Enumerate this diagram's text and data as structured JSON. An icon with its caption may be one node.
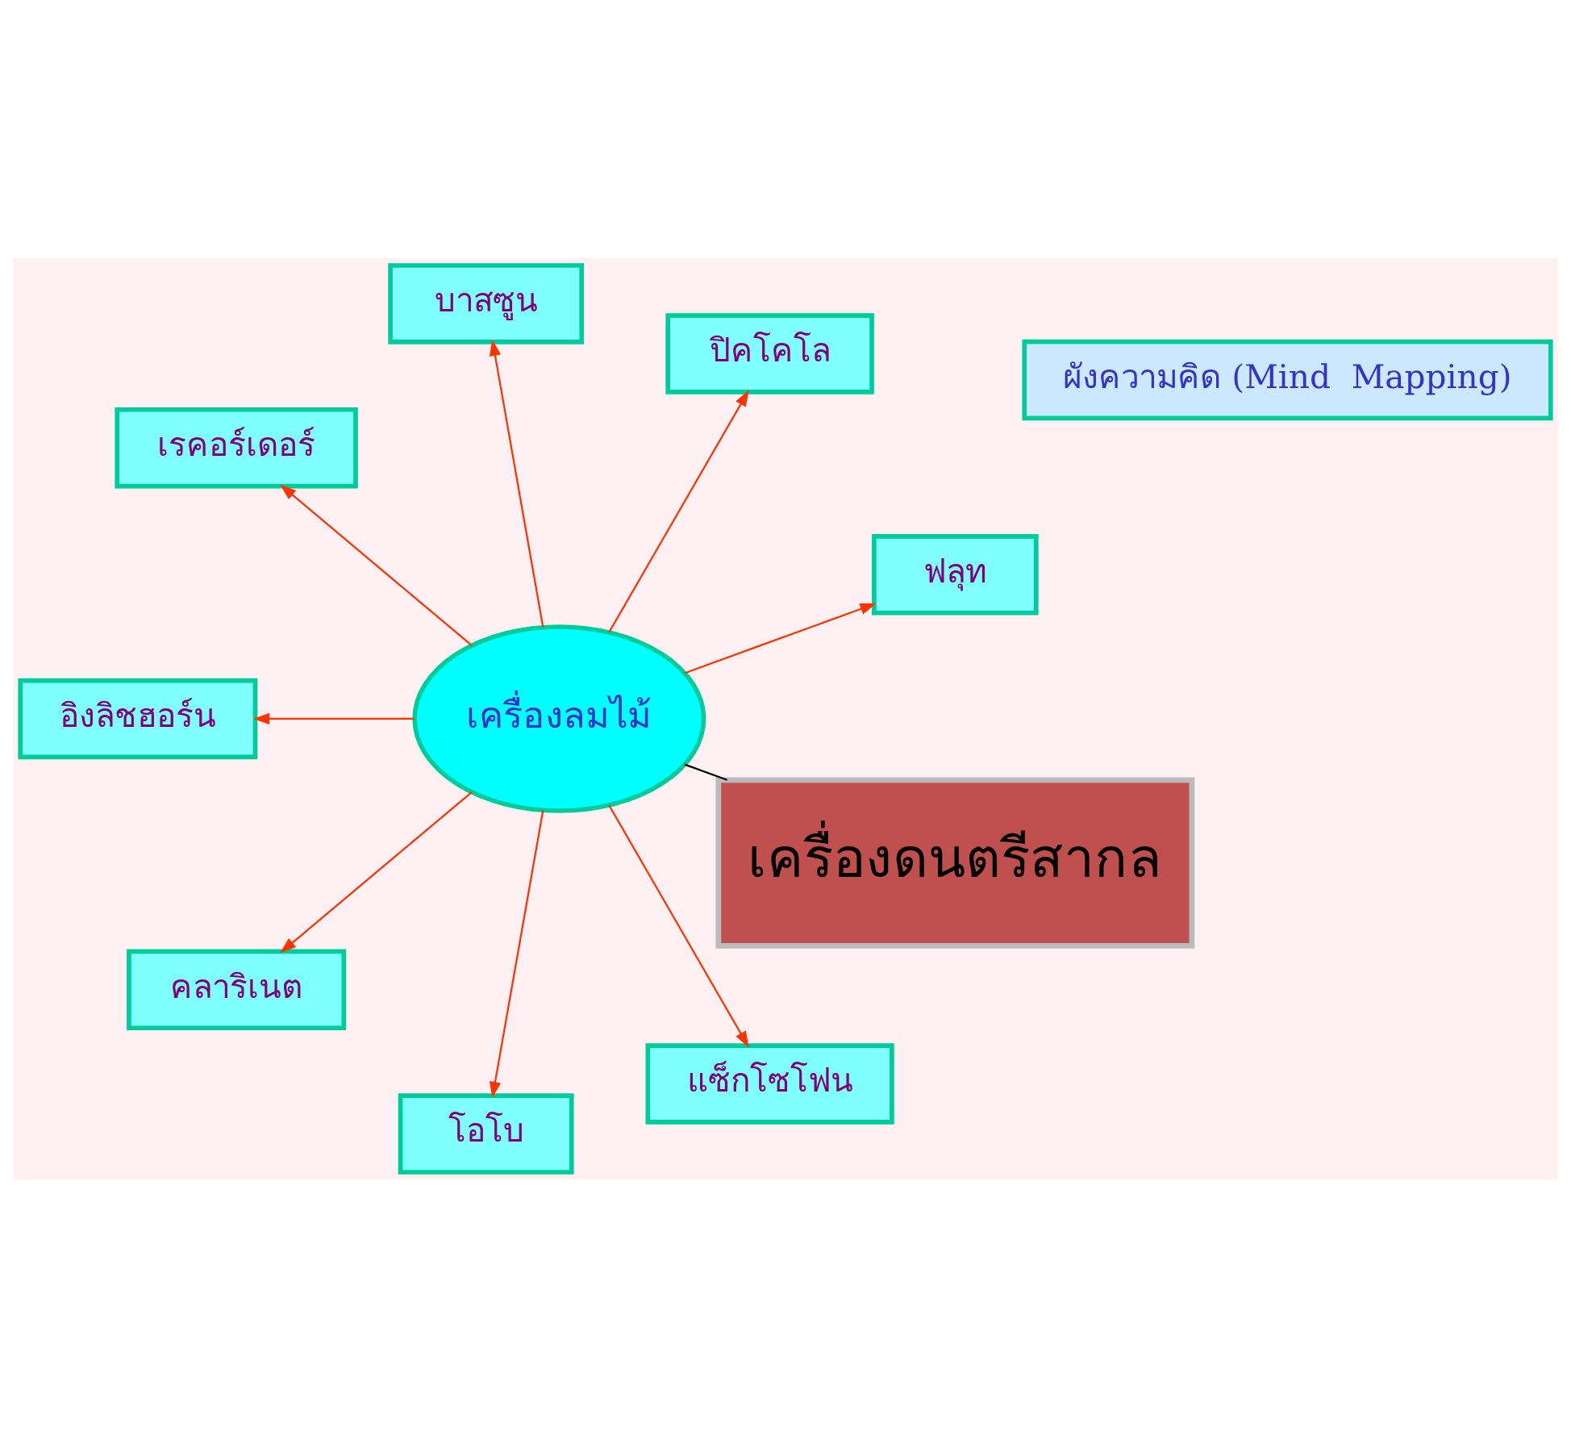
{
  "diagram": {
    "nodes": [
      {
        "text": [
          "ผังความคิด (Mind  Mapping)"
        ]
      },
      {
        "text": [
          "เครื่องลมไม้"
        ]
      },
      {
        "text": [
          "ฟลุท"
        ]
      },
      {
        "text": [
          "ปิคโคโล"
        ]
      },
      {
        "text": [
          "บาสซูน"
        ]
      },
      {
        "text": [
          "เรคอร์เดอร์"
        ]
      },
      {
        "text": [
          "อิงลิชฮอร์น"
        ]
      },
      {
        "text": [
          "คลาริเนต"
        ]
      },
      {
        "text": [
          "โอโบ"
        ]
      },
      {
        "text": [
          "แซ็กโซโฟน"
        ]
      },
      {
        "text": [
          "เครื่องดนตรีสากล"
        ]
      }
    ],
    "edges": [
      {
        "from": 1,
        "to": 2,
        "arrow": "to"
      },
      {
        "from": 1,
        "to": 3,
        "arrow": "to"
      },
      {
        "from": 1,
        "to": 4,
        "arrow": "to"
      },
      {
        "from": 1,
        "to": 5,
        "arrow": "to"
      },
      {
        "from": 1,
        "to": 6,
        "arrow": "to"
      },
      {
        "from": 1,
        "to": 7,
        "arrow": "to"
      },
      {
        "from": 1,
        "to": 8,
        "arrow": "to"
      },
      {
        "from": 1,
        "to": 9,
        "arrow": "to"
      },
      {
        "from": 10,
        "to": 1,
        "arrow": "none",
        "color": "#000000"
      }
    ]
  }
}
